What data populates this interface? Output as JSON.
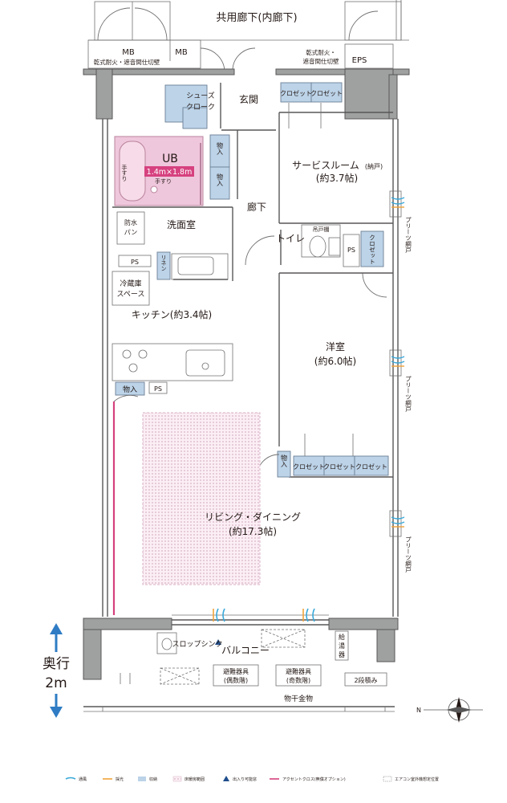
{
  "corridor": {
    "label": "共用廊下(内廊下)",
    "mb1": "MB",
    "mb2": "MB",
    "eps": "EPS",
    "partition_left": "乾式耐火・遮音間仕切壁",
    "partition_right_1": "乾式耐火・",
    "partition_right_2": "遮音間仕切壁"
  },
  "rooms": {
    "shoes": [
      "シューズ",
      "クローク"
    ],
    "entrance": "玄関",
    "ub": "UB",
    "ub_size": "1.4m×1.8m",
    "handrail": "手すり",
    "storage_short": "物入",
    "hall": "廊下",
    "service_room_1": "サービスルーム",
    "service_room_note": "(納戸)",
    "service_room_2": "(約3.7帖)",
    "closet": "クロゼット",
    "washroom": "洗面室",
    "waterproof_pan": [
      "防水",
      "パン"
    ],
    "ps": "PS",
    "linen": [
      "リネン",
      "庫"
    ],
    "toilet": "トイレ",
    "hanging_shelf": "吊戸棚",
    "fridge": [
      "冷蔵庫",
      "スペース"
    ],
    "kitchen": "キッチン(約3.4帖)",
    "western_1": "洋室",
    "western_2": "(約6.0帖)",
    "living_1": "リビング・ダイニング",
    "living_2": "(約17.3帖)",
    "pleats": "プリーツ網戸"
  },
  "balcony": {
    "label": "バルコニー",
    "sink": "スロップシンク",
    "water_heater": [
      "給",
      "湯",
      "器"
    ],
    "escape_even": [
      "避難器具",
      "(偶数階)"
    ],
    "escape_odd": [
      "避難器具",
      "(奇数階)"
    ],
    "two_stage": "2段積み",
    "drying": "物干金物",
    "depth_1": "奥行",
    "depth_2": "2m"
  },
  "compass": "N",
  "legend": [
    "通風",
    "採光",
    "収納",
    "床暖房範囲",
    "出入り可能窓",
    "アクセントクロス(無償オプション)",
    "エアコン室外機想定位置"
  ],
  "colors": {
    "wall": "#9fa0a0",
    "storage": "#bcd3e8",
    "bath": "#efc7dc",
    "accent": "#d6417f",
    "floor_heat": "#d8b3c6",
    "wind": "#3aa9d9",
    "light": "#f0a33a",
    "outline": "#595757"
  }
}
